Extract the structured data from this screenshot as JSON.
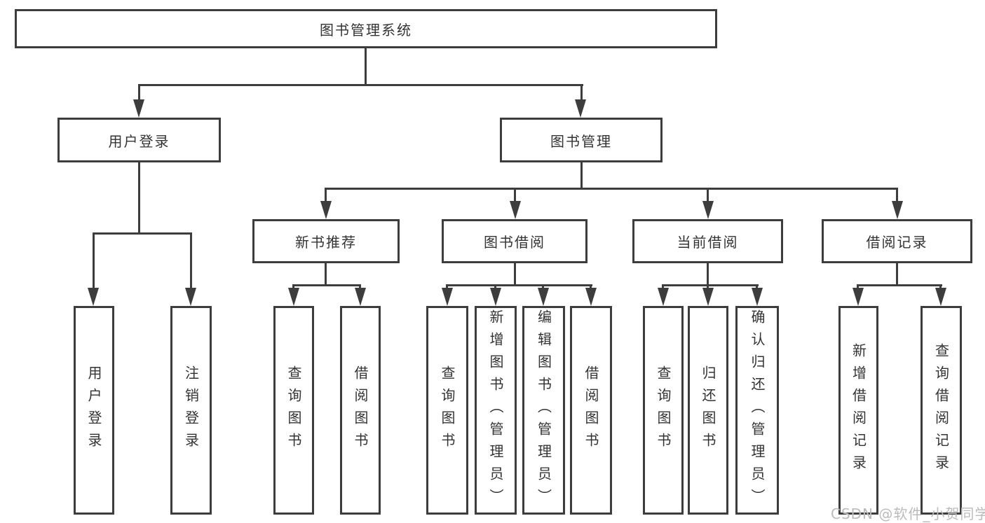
{
  "diagram": {
    "root": {
      "label": "图书管理系统"
    },
    "branches": [
      {
        "label": "用户登录",
        "children": [
          {
            "label": "用户登录"
          },
          {
            "label": "注销登录"
          }
        ]
      },
      {
        "label": "图书管理",
        "children": [
          {
            "label": "新书推荐",
            "children": [
              {
                "label": "查询图书"
              },
              {
                "label": "借阅图书"
              }
            ]
          },
          {
            "label": "图书借阅",
            "children": [
              {
                "label": "查询图书"
              },
              {
                "label": "新增图书（管理员）"
              },
              {
                "label": "编辑图书（管理员）"
              },
              {
                "label": "借阅图书"
              }
            ]
          },
          {
            "label": "当前借阅",
            "children": [
              {
                "label": "查询图书"
              },
              {
                "label": "归还图书"
              },
              {
                "label": "确认归还（管理员）"
              }
            ]
          },
          {
            "label": "借阅记录",
            "children": [
              {
                "label": "新增借阅记录"
              },
              {
                "label": "查询借阅记录"
              }
            ]
          }
        ]
      }
    ]
  },
  "watermark": {
    "text": "CSDN @软件_小贺同学"
  },
  "colors": {
    "line": "#3d3d3d",
    "text": "#333333",
    "watermark": "#bbbbbb",
    "background": "#ffffff"
  }
}
